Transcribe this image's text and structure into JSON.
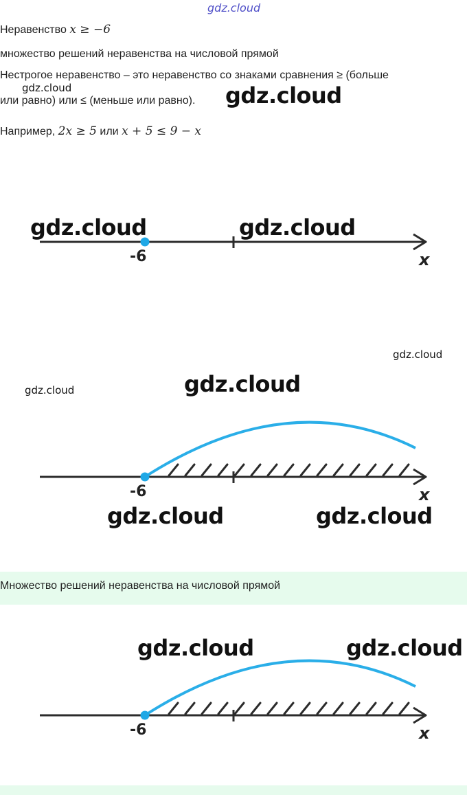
{
  "watermark": "gdz.cloud",
  "header": {
    "title_prefix": "Неравенство",
    "title_math": "x ≥ −6"
  },
  "intro": {
    "subtitle": "множество решений неравенства на числовой прямой",
    "definition_line1": "Нестрогое неравенство – это неравенство со знаками сравнения ≥ (больше",
    "definition_line2": "или равно) или ≤ (меньше или равно).",
    "example_prefix": "Например,",
    "example_math1": "2x ≥ 5",
    "example_or": "или",
    "example_math2": "x + 5 ≤ 9 − x"
  },
  "figures": [
    {
      "point_label": "-6",
      "axis_label": "x",
      "shaded": false
    },
    {
      "point_label": "-6",
      "axis_label": "x",
      "shaded": true
    },
    {
      "point_label": "-6",
      "axis_label": "x",
      "shaded": true
    }
  ],
  "section": {
    "title": "Множество решений неравенства на числовой прямой"
  },
  "colors": {
    "axis": "#2b2b2b",
    "point": "#1fa8e6",
    "arc": "#2aaee8",
    "band": "#e6fbed"
  }
}
